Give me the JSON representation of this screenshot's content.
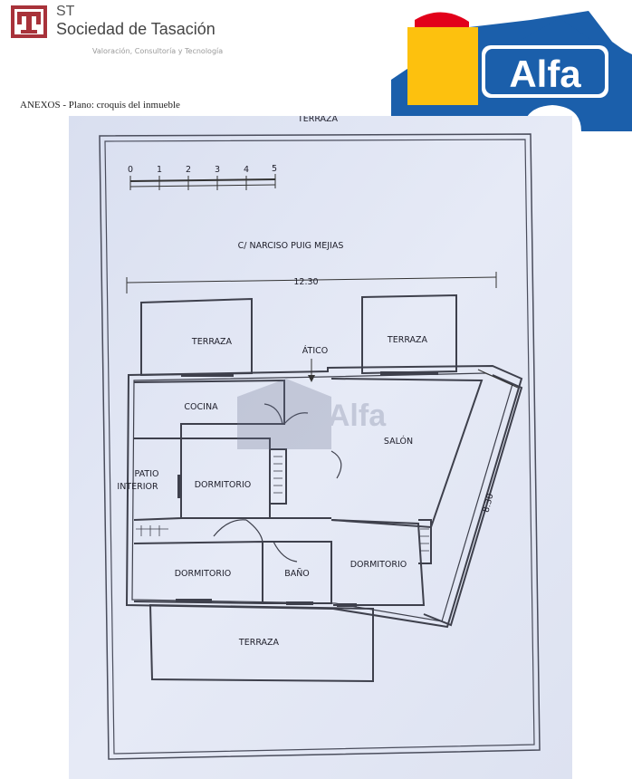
{
  "header": {
    "company_abbr": "ST",
    "company_name": "Sociedad de Tasación",
    "tagline": "Valoración, Consultoría y Tecnología",
    "brand_colors": {
      "st_red": "#a8323a",
      "alfa_blue": "#1b5fab",
      "alfa_yellow": "#fdc10e",
      "alfa_red": "#e2001a"
    },
    "alfa_logo_text": "Alfa"
  },
  "document": {
    "section_title": "ANEXOS - Plano: croquis del inmueble"
  },
  "plan": {
    "top_cut_text": "TERRAZA",
    "scale_ticks": [
      "0",
      "1",
      "2",
      "3",
      "4",
      "5"
    ],
    "street": "C/ NARCISO PUIG MEJIAS",
    "dim_width": "12.30",
    "dim_depth": "8.30",
    "watermark": "Alfa",
    "rooms": {
      "terraza_left": "TERRAZA",
      "terraza_right": "TERRAZA",
      "atico": "ÁTICO",
      "cocina": "COCINA",
      "salon": "SALÓN",
      "patio_line1": "PATIO",
      "patio_line2": "INTERIOR",
      "dormitorio_center": "DORMITORIO",
      "dormitorio_left": "DORMITORIO",
      "bano": "BAÑO",
      "dormitorio_right": "DORMITORIO",
      "terraza_bottom": "TERRAZA"
    }
  }
}
